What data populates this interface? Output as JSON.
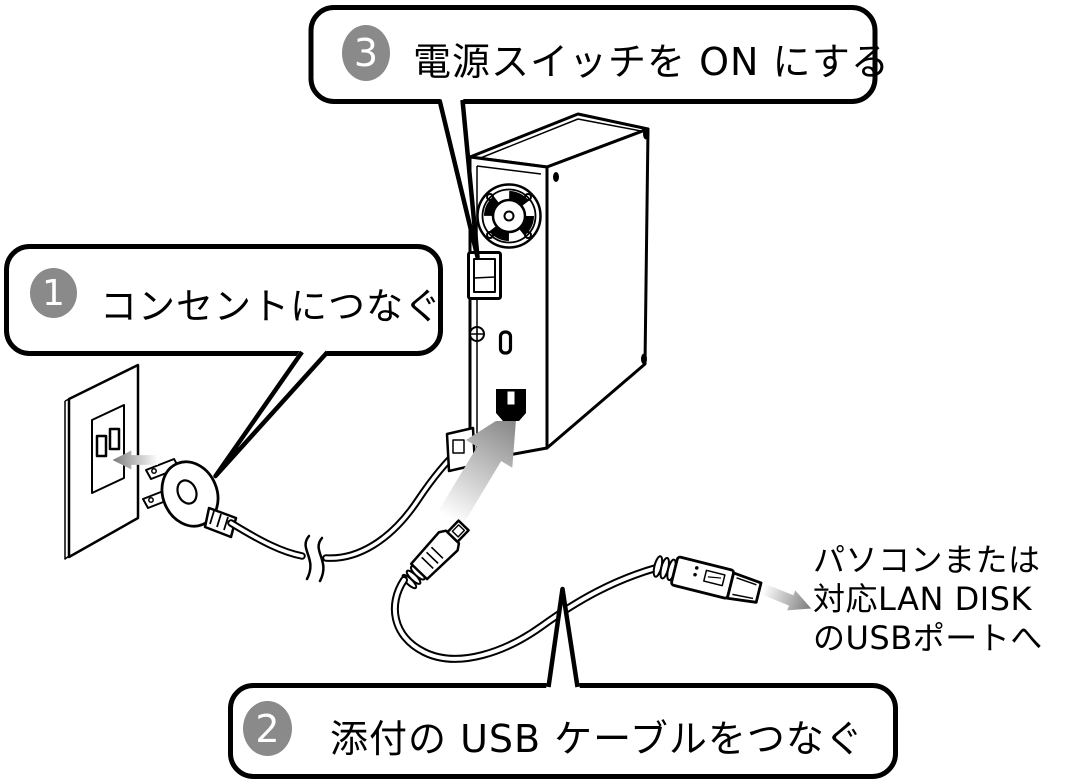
{
  "diagram": {
    "background": "#ffffff",
    "line_color": "#000000",
    "badge_color": "#8a8a8a",
    "badge_text_color": "#ffffff",
    "arrow_gradient_start": "#ffffff",
    "arrow_gradient_end": "#7a7a7a"
  },
  "steps": [
    {
      "number": "1",
      "label": "コンセントにつなぐ"
    },
    {
      "number": "2",
      "label": "添付の USB ケーブルをつなぐ"
    },
    {
      "number": "3",
      "label": "電源スイッチを ON にする"
    }
  ],
  "destination_note": {
    "line1": "パソコンまたは",
    "line2": "対応LAN DISK",
    "line3": "のUSBポートへ"
  },
  "illustration_parts": {
    "device": "external-hdd-rear-view",
    "fan": "cooling-fan-icon",
    "switch": "power-switch-icon",
    "usb_port": "usb-port-icon",
    "outlet": "wall-outlet-icon",
    "plug": "power-plug-icon",
    "power_cable": "power-cable-icon",
    "usb_cable": "usb-cable-icon",
    "usb_connector_small": "usb-connector-b-icon",
    "usb_connector_large": "usb-connector-a-icon",
    "insert_arrow": "insert-arrow-icon",
    "outlet_arrow": "plug-in-arrow-icon",
    "to_pc_arrow": "to-pc-arrow-icon"
  }
}
